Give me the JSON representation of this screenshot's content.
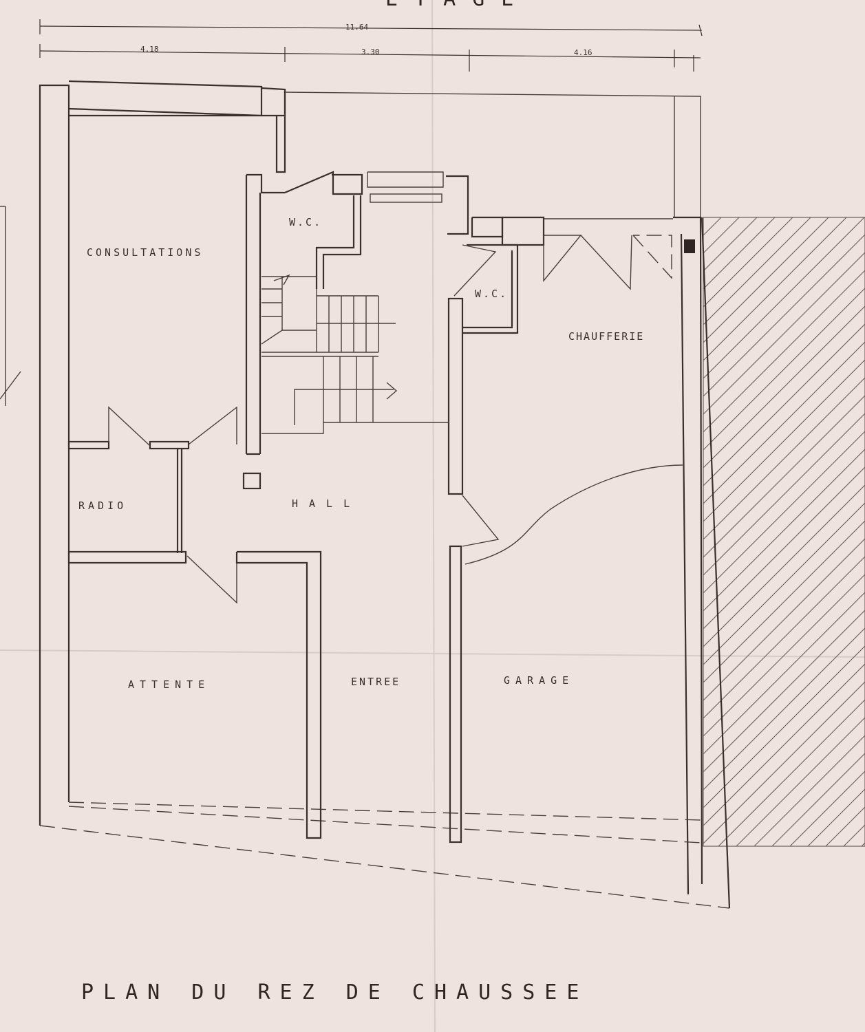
{
  "header_fragment": "ETAGE",
  "dimensions": {
    "total": "11.64",
    "left": "4.18",
    "middle": "3.30",
    "right": "4.16"
  },
  "rooms": {
    "consultations": "CONSULTATIONS",
    "wc_1": "W.C.",
    "wc_2": "W.C.",
    "chaufferie": "CHAUFFERIE",
    "radio": "RADIO",
    "hall": "HALL",
    "attente": "ATTENTE",
    "entree": "ENTREE",
    "garage": "GARAGE"
  },
  "plan_title": "PLAN DU REZ DE CHAUSSEE"
}
